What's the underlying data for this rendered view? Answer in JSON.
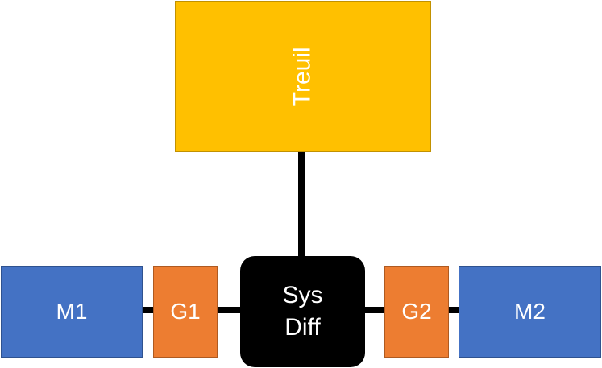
{
  "nodes": {
    "treuil": {
      "label": "Treuil",
      "color": "#ffc000"
    },
    "m1": {
      "label": "M1",
      "color": "#4472c4"
    },
    "g1": {
      "label": "G1",
      "color": "#ed7d31"
    },
    "sysdiff": {
      "line1": "Sys",
      "line2": "Diff",
      "color": "#000000"
    },
    "g2": {
      "label": "G2",
      "color": "#ed7d31"
    },
    "m2": {
      "label": "M2",
      "color": "#4472c4"
    }
  },
  "edges": [
    {
      "from": "treuil",
      "to": "sysdiff"
    },
    {
      "from": "m1",
      "to": "g1"
    },
    {
      "from": "g1",
      "to": "sysdiff"
    },
    {
      "from": "sysdiff",
      "to": "g2"
    },
    {
      "from": "g2",
      "to": "m2"
    }
  ]
}
